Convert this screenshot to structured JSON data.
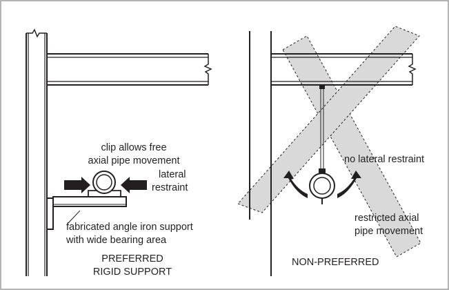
{
  "left_panel": {
    "clip_label": [
      "clip allows free",
      "axial pipe movement"
    ],
    "lateral_label": [
      "lateral",
      "restraint"
    ],
    "support_label": [
      "fabricated angle iron support",
      "with wide bearing area"
    ],
    "caption": [
      "PREFERRED",
      "RIGID SUPPORT"
    ]
  },
  "right_panel": {
    "no_lateral_label": "no lateral restraint",
    "axial_label": [
      "restricted axial",
      "pipe movement"
    ],
    "caption": "NON-PREFERRED"
  },
  "colors": {
    "line": "#231f20",
    "x_fill": "#d9d9d9",
    "frame": "#9a9a9a"
  }
}
